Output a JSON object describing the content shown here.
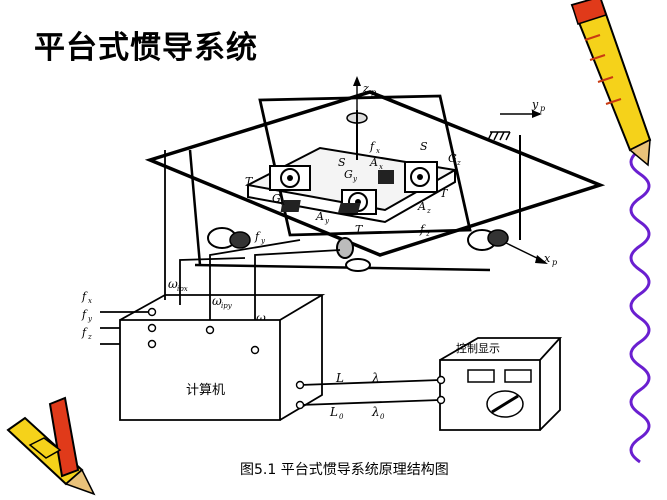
{
  "slide": {
    "title": "平台式惯导系统",
    "caption": "图5.1  平台式惯导系统原理结构图"
  },
  "diagram": {
    "computer_label": "计算机",
    "display_label": "控制显示",
    "labels": {
      "zp": "z",
      "yp": "y",
      "xp": "x",
      "s_left": "S",
      "s_right": "S",
      "t_left": "T",
      "t_mid": "T",
      "t_right": "T",
      "gx": "G",
      "gy": "G",
      "gz": "G",
      "ax": "A",
      "ay": "A",
      "az": "A",
      "fx_in": "f",
      "fy_in": "f",
      "fz_in": "f",
      "omega_ipx": "ω",
      "omega_ipy": "ω",
      "omega_ipz": "ω",
      "f_near_gx": "f",
      "f_top": "f",
      "f_right": "f",
      "L": "L",
      "L0": "L",
      "lambda": "λ",
      "lambda0": "λ"
    }
  },
  "colors": {
    "line": "#000000",
    "pencil_yellow": "#f5d21a",
    "pencil_red": "#e03a1a",
    "wavy_line": "#6a1fd0"
  }
}
